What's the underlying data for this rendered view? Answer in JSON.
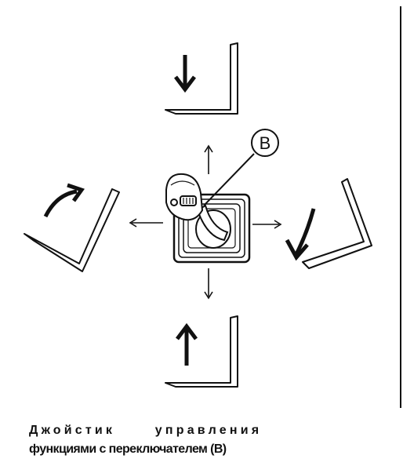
{
  "diagram": {
    "callout_label": "B",
    "caption_line1": "Джойстик управления",
    "caption_line2": "функциями с переключателем (B)",
    "colors": {
      "stroke": "#111111",
      "fill": "#ffffff"
    },
    "icons": [
      "up-arrow-icon",
      "down-arrow-icon",
      "left-arrow-icon",
      "right-arrow-icon",
      "curved-arrow-icon",
      "bucket-bracket-icon",
      "joystick-icon"
    ]
  }
}
